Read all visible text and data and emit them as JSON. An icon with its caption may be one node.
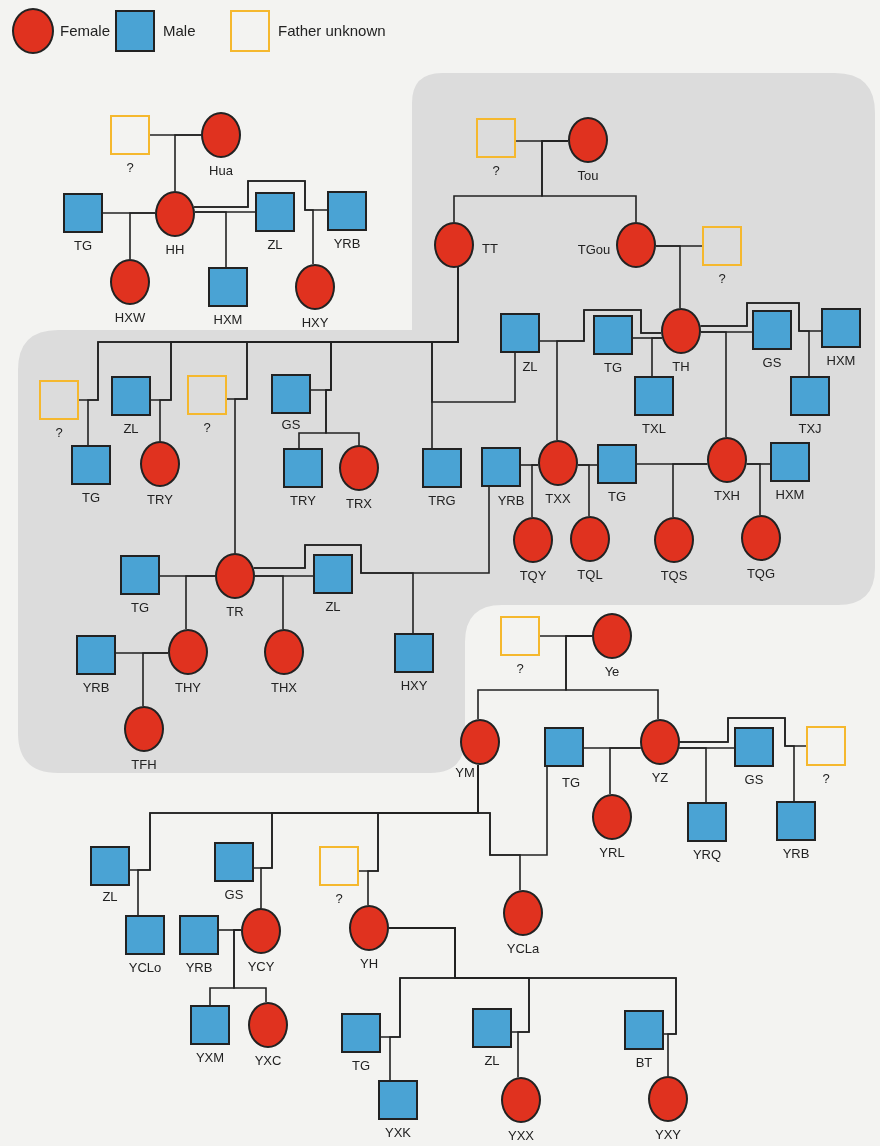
{
  "diagram": {
    "nodes": [
      {
        "text": [],
        "shape": "square",
        "beside": [
          "?"
        ]
      },
      {
        "text": [],
        "shape": "circle",
        "beside": [
          "Hua"
        ]
      },
      {
        "text": [],
        "shape": "box",
        "beside": [
          "TG"
        ]
      },
      {
        "text": [],
        "shape": "circle",
        "beside": [
          "HH"
        ]
      },
      {
        "text": [],
        "shape": "box",
        "beside": [
          "ZL"
        ]
      },
      {
        "text": [],
        "shape": "box",
        "beside": [
          "YRB"
        ]
      },
      {
        "text": [],
        "shape": "circle",
        "beside": [
          "HXW"
        ]
      },
      {
        "text": [],
        "shape": "box",
        "beside": [
          "HXM"
        ]
      },
      {
        "text": [],
        "shape": "circle",
        "beside": [
          "HXY"
        ]
      },
      {
        "text": [],
        "shape": "square",
        "beside": [
          "?"
        ]
      },
      {
        "text": [],
        "shape": "circle",
        "beside": [
          "Tou"
        ]
      },
      {
        "text": [],
        "shape": "circle",
        "beside": [
          "TT"
        ]
      },
      {
        "text": [],
        "shape": "circle",
        "beside": [
          "TGou"
        ]
      },
      {
        "text": [],
        "shape": "square",
        "beside": [
          "?"
        ]
      },
      {
        "text": [],
        "shape": "box",
        "beside": [
          "ZL"
        ]
      },
      {
        "text": [],
        "shape": "box",
        "beside": [
          "TG"
        ]
      },
      {
        "text": [],
        "shape": "circle",
        "beside": [
          "TH"
        ]
      },
      {
        "text": [],
        "shape": "box",
        "beside": [
          "GS"
        ]
      },
      {
        "text": [],
        "shape": "box",
        "beside": [
          "HXM"
        ]
      },
      {
        "text": [],
        "shape": "box",
        "beside": [
          "TXL"
        ]
      },
      {
        "text": [],
        "shape": "box",
        "beside": [
          "TXJ"
        ]
      },
      {
        "text": [],
        "shape": "square",
        "beside": [
          "?"
        ]
      },
      {
        "text": [],
        "shape": "box",
        "beside": [
          "ZL"
        ]
      },
      {
        "text": [],
        "shape": "square",
        "beside": [
          "?"
        ]
      },
      {
        "text": [],
        "shape": "box",
        "beside": [
          "GS"
        ]
      },
      {
        "text": [],
        "shape": "box",
        "beside": [
          "TG"
        ]
      },
      {
        "text": [],
        "shape": "circle",
        "beside": [
          "TRY"
        ]
      },
      {
        "text": [],
        "shape": "box",
        "beside": [
          "TRY"
        ]
      },
      {
        "text": [],
        "shape": "circle",
        "beside": [
          "TRX"
        ]
      },
      {
        "text": [],
        "shape": "box",
        "beside": [
          "TRG"
        ]
      },
      {
        "text": [],
        "shape": "box",
        "beside": [
          "YRB"
        ]
      },
      {
        "text": [],
        "shape": "circle",
        "beside": [
          "TXX"
        ]
      },
      {
        "text": [],
        "shape": "box",
        "beside": [
          "TG"
        ]
      },
      {
        "text": [],
        "shape": "circle",
        "beside": [
          "TXH"
        ]
      },
      {
        "text": [],
        "shape": "box",
        "beside": [
          "HXM"
        ]
      },
      {
        "text": [],
        "shape": "circle",
        "beside": [
          "TQY"
        ]
      },
      {
        "text": [],
        "shape": "circle",
        "beside": [
          "TQL"
        ]
      },
      {
        "text": [],
        "shape": "circle",
        "beside": [
          "TQS"
        ]
      },
      {
        "text": [],
        "shape": "circle",
        "beside": [
          "TQG"
        ]
      },
      {
        "text": [],
        "shape": "box",
        "beside": [
          "TG"
        ]
      },
      {
        "text": [],
        "shape": "circle",
        "beside": [
          "TR"
        ]
      },
      {
        "text": [],
        "shape": "box",
        "beside": [
          "ZL"
        ]
      },
      {
        "text": [],
        "shape": "box",
        "beside": [
          "YRB"
        ]
      },
      {
        "text": [],
        "shape": "circle",
        "beside": [
          "THY"
        ]
      },
      {
        "text": [],
        "shape": "circle",
        "beside": [
          "THX"
        ]
      },
      {
        "text": [],
        "shape": "box",
        "beside": [
          "HXY"
        ]
      },
      {
        "text": [],
        "shape": "circle",
        "beside": [
          "TFH"
        ]
      },
      {
        "text": [],
        "shape": "square",
        "beside": [
          "?"
        ]
      },
      {
        "text": [],
        "shape": "circle",
        "beside": [
          "Ye"
        ]
      },
      {
        "text": [],
        "shape": "circle",
        "beside": [
          "YM"
        ]
      },
      {
        "text": [],
        "shape": "box",
        "beside": [
          "TG"
        ]
      },
      {
        "text": [],
        "shape": "circle",
        "beside": [
          "YZ"
        ]
      },
      {
        "text": [],
        "shape": "box",
        "beside": [
          "GS"
        ]
      },
      {
        "text": [],
        "shape": "square",
        "beside": [
          "?"
        ]
      },
      {
        "text": [],
        "shape": "circle",
        "beside": [
          "YRL"
        ]
      },
      {
        "text": [],
        "shape": "box",
        "beside": [
          "YRQ"
        ]
      },
      {
        "text": [],
        "shape": "box",
        "beside": [
          "YRB"
        ]
      },
      {
        "text": [],
        "shape": "box",
        "beside": [
          "ZL"
        ]
      },
      {
        "text": [],
        "shape": "box",
        "beside": [
          "GS"
        ]
      },
      {
        "text": [],
        "shape": "square",
        "beside": [
          "?"
        ]
      },
      {
        "text": [],
        "shape": "circle",
        "beside": [
          "YCLa"
        ]
      },
      {
        "text": [],
        "shape": "circle",
        "beside": [
          "YCY"
        ]
      },
      {
        "text": [],
        "shape": "circle",
        "beside": [
          "YH"
        ]
      },
      {
        "text": [],
        "shape": "box",
        "beside": [
          "YRB"
        ]
      },
      {
        "text": [],
        "shape": "box",
        "beside": [
          "YCLo"
        ]
      },
      {
        "text": [],
        "shape": "box",
        "beside": [
          "YXM"
        ]
      },
      {
        "text": [],
        "shape": "circle",
        "beside": [
          "YXC"
        ]
      },
      {
        "text": [],
        "shape": "box",
        "beside": [
          "TG"
        ]
      },
      {
        "text": [],
        "shape": "box",
        "beside": [
          "ZL"
        ]
      },
      {
        "text": [],
        "shape": "box",
        "beside": [
          "BT"
        ]
      },
      {
        "text": [],
        "shape": "box",
        "beside": [
          "YXK"
        ]
      },
      {
        "text": [],
        "shape": "circle",
        "beside": [
          "YXX"
        ]
      },
      {
        "text": [],
        "shape": "circle",
        "beside": [
          "YXY"
        ]
      }
    ],
    "edges": [
      {
        "from": 0,
        "to": 1,
        "arrow": "none"
      },
      {
        "from": 1,
        "to": 3,
        "arrow": "none"
      },
      {
        "from": 2,
        "to": 3,
        "arrow": "none"
      },
      {
        "from": 3,
        "to": 6,
        "arrow": "none"
      },
      {
        "from": 4,
        "to": 3,
        "arrow": "none"
      },
      {
        "from": 3,
        "to": 7,
        "arrow": "none"
      },
      {
        "from": 5,
        "to": 3,
        "arrow": "none"
      },
      {
        "from": 3,
        "to": 8,
        "arrow": "none"
      },
      {
        "from": 9,
        "to": 10,
        "arrow": "none"
      },
      {
        "from": 10,
        "to": 11,
        "arrow": "none"
      },
      {
        "from": 10,
        "to": 12,
        "arrow": "none"
      },
      {
        "from": 12,
        "to": 13,
        "arrow": "none"
      },
      {
        "from": 12,
        "to": 16,
        "arrow": "none"
      },
      {
        "from": 14,
        "to": 16,
        "arrow": "none"
      },
      {
        "from": 16,
        "to": 31,
        "arrow": "none"
      },
      {
        "from": 15,
        "to": 16,
        "arrow": "none"
      },
      {
        "from": 16,
        "to": 19,
        "arrow": "none"
      },
      {
        "from": 17,
        "to": 16,
        "arrow": "none"
      },
      {
        "from": 16,
        "to": 33,
        "arrow": "none"
      },
      {
        "from": 18,
        "to": 16,
        "arrow": "none"
      },
      {
        "from": 16,
        "to": 20,
        "arrow": "none"
      },
      {
        "from": 21,
        "to": 11,
        "arrow": "none"
      },
      {
        "from": 11,
        "to": 25,
        "arrow": "none"
      },
      {
        "from": 22,
        "to": 11,
        "arrow": "none"
      },
      {
        "from": 11,
        "to": 26,
        "arrow": "none"
      },
      {
        "from": 23,
        "to": 11,
        "arrow": "none"
      },
      {
        "from": 11,
        "to": 40,
        "arrow": "none"
      },
      {
        "from": 24,
        "to": 11,
        "arrow": "none"
      },
      {
        "from": 11,
        "to": 27,
        "arrow": "none"
      },
      {
        "from": 11,
        "to": 28,
        "arrow": "none"
      },
      {
        "from": 14,
        "to": 11,
        "arrow": "none"
      },
      {
        "from": 11,
        "to": 29,
        "arrow": "none"
      },
      {
        "from": 30,
        "to": 31,
        "arrow": "none"
      },
      {
        "from": 31,
        "to": 35,
        "arrow": "none"
      },
      {
        "from": 32,
        "to": 31,
        "arrow": "none"
      },
      {
        "from": 31,
        "to": 36,
        "arrow": "none"
      },
      {
        "from": 32,
        "to": 33,
        "arrow": "none"
      },
      {
        "from": 33,
        "to": 37,
        "arrow": "none"
      },
      {
        "from": 34,
        "to": 33,
        "arrow": "none"
      },
      {
        "from": 33,
        "to": 38,
        "arrow": "none"
      },
      {
        "from": 39,
        "to": 40,
        "arrow": "none"
      },
      {
        "from": 40,
        "to": 43,
        "arrow": "none"
      },
      {
        "from": 42,
        "to": 43,
        "arrow": "none"
      },
      {
        "from": 43,
        "to": 46,
        "arrow": "none"
      },
      {
        "from": 41,
        "to": 40,
        "arrow": "none"
      },
      {
        "from": 40,
        "to": 44,
        "arrow": "none"
      },
      {
        "from": 30,
        "to": 40,
        "arrow": "none"
      },
      {
        "from": 40,
        "to": 45,
        "arrow": "none"
      },
      {
        "from": 47,
        "to": 48,
        "arrow": "none"
      },
      {
        "from": 48,
        "to": 49,
        "arrow": "none"
      },
      {
        "from": 48,
        "to": 51,
        "arrow": "none"
      },
      {
        "from": 50,
        "to": 51,
        "arrow": "none"
      },
      {
        "from": 51,
        "to": 54,
        "arrow": "none"
      },
      {
        "from": 52,
        "to": 51,
        "arrow": "none"
      },
      {
        "from": 51,
        "to": 55,
        "arrow": "none"
      },
      {
        "from": 53,
        "to": 51,
        "arrow": "none"
      },
      {
        "from": 51,
        "to": 56,
        "arrow": "none"
      },
      {
        "from": 57,
        "to": 49,
        "arrow": "none"
      },
      {
        "from": 49,
        "to": 64,
        "arrow": "none"
      },
      {
        "from": 58,
        "to": 49,
        "arrow": "none"
      },
      {
        "from": 49,
        "to": 61,
        "arrow": "none"
      },
      {
        "from": 59,
        "to": 49,
        "arrow": "none"
      },
      {
        "from": 49,
        "to": 62,
        "arrow": "none"
      },
      {
        "from": 50,
        "to": 49,
        "arrow": "none"
      },
      {
        "from": 49,
        "to": 60,
        "arrow": "none"
      },
      {
        "from": 63,
        "to": 61,
        "arrow": "none"
      },
      {
        "from": 61,
        "to": 65,
        "arrow": "none"
      },
      {
        "from": 61,
        "to": 66,
        "arrow": "none"
      },
      {
        "from": 67,
        "to": 62,
        "arrow": "none"
      },
      {
        "from": 62,
        "to": 70,
        "arrow": "none"
      },
      {
        "from": 68,
        "to": 62,
        "arrow": "none"
      },
      {
        "from": 62,
        "to": 71,
        "arrow": "none"
      },
      {
        "from": 69,
        "to": 62,
        "arrow": "none"
      },
      {
        "from": 62,
        "to": 72,
        "arrow": "none"
      }
    ],
    "legend": [
      {
        "text": "Female",
        "color": "#e0321f"
      },
      {
        "text": "Male",
        "color": "#4aa3d4"
      },
      {
        "text": "Father unknown"
      }
    ]
  }
}
